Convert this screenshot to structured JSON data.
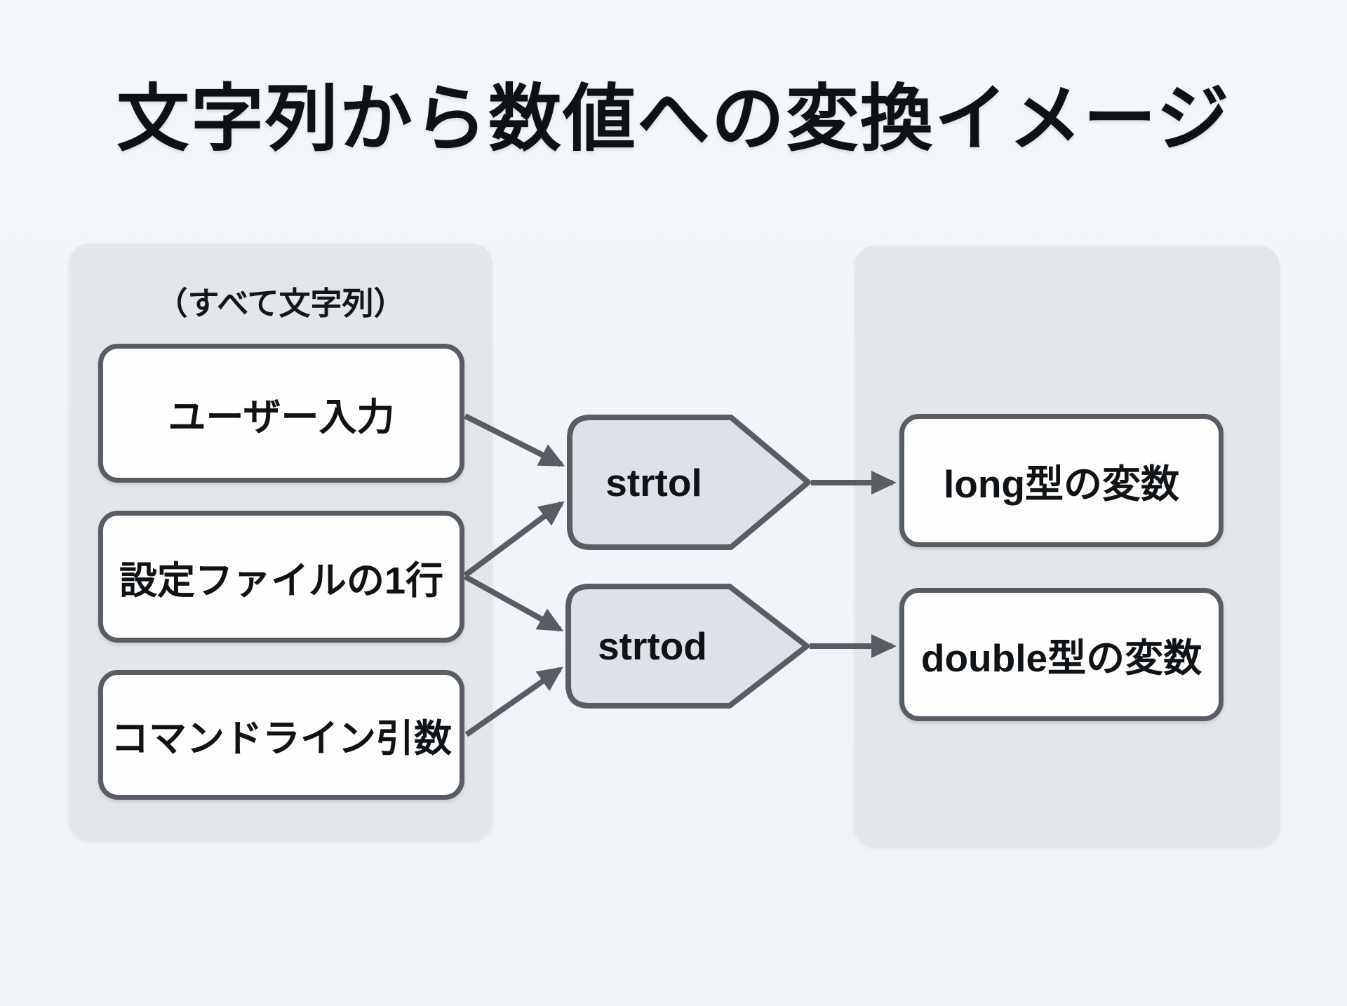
{
  "title": "文字列から数値への変換イメージ",
  "left_panel": {
    "caption": "（すべて文字列）",
    "boxes": [
      {
        "id": "user-input",
        "label": "ユーザー入力"
      },
      {
        "id": "config-line",
        "label": "設定ファイルの1行"
      },
      {
        "id": "cmdline-args",
        "label": "コマンドライン引数"
      }
    ]
  },
  "converters": [
    {
      "id": "strtol",
      "label": "strtol"
    },
    {
      "id": "strtod",
      "label": "strtod"
    }
  ],
  "right_panel": {
    "boxes": [
      {
        "id": "long-var",
        "label": "long型の変数"
      },
      {
        "id": "double-var",
        "label": "double型の変数"
      }
    ]
  },
  "edges": [
    {
      "from": "user-input",
      "to": "strtol"
    },
    {
      "from": "config-line",
      "to": "strtol"
    },
    {
      "from": "config-line",
      "to": "strtod"
    },
    {
      "from": "cmdline-args",
      "to": "strtod"
    },
    {
      "from": "strtol",
      "to": "long-var"
    },
    {
      "from": "strtod",
      "to": "double-var"
    }
  ],
  "colors": {
    "background": "#f1f6f9",
    "panel": "#e3e7ea",
    "node_fill": "#fefefe",
    "pentagon_fill": "#dde2e9",
    "stroke": "#575d63",
    "text": "#101316"
  }
}
